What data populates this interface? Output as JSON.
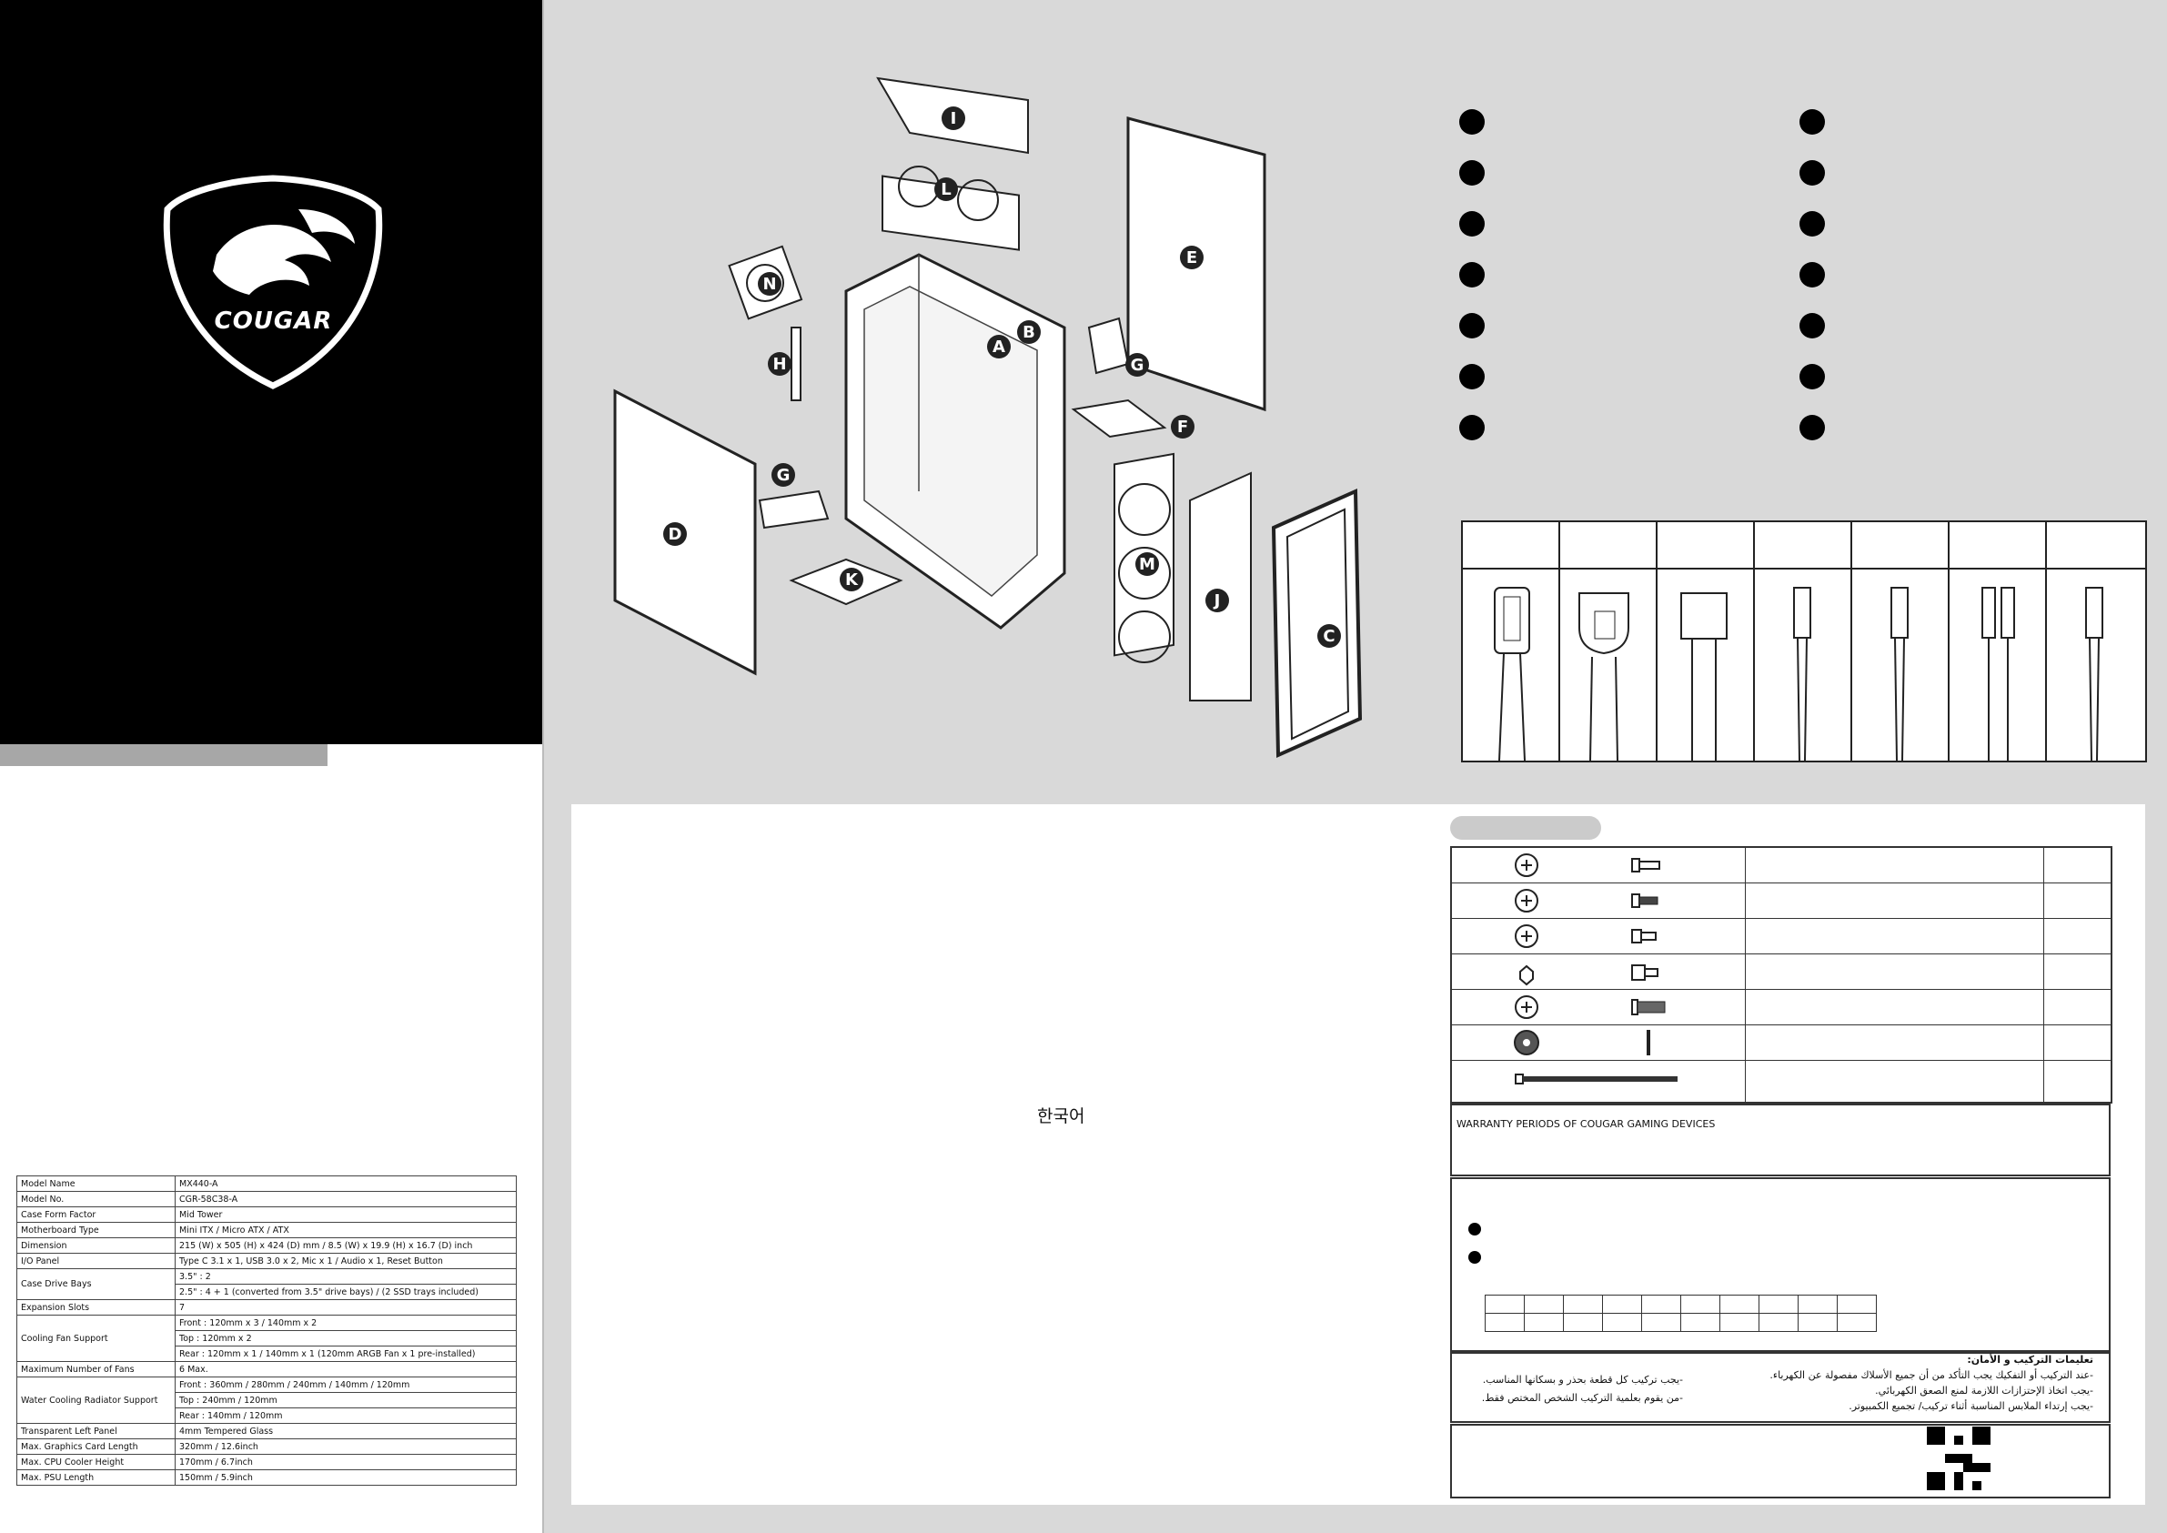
{
  "brand": {
    "logo_text": "COUGAR"
  },
  "specs": {
    "rows": [
      {
        "key": "Model Name",
        "values": [
          "MX440-A"
        ]
      },
      {
        "key": "Model No.",
        "values": [
          "CGR-58C38-A"
        ]
      },
      {
        "key": "Case Form Factor",
        "values": [
          "Mid Tower"
        ]
      },
      {
        "key": "Motherboard Type",
        "values": [
          "Mini ITX / Micro ATX / ATX"
        ]
      },
      {
        "key": "Dimension",
        "values": [
          "215 (W) x 505 (H) x 424 (D) mm / 8.5 (W) x 19.9 (H) x 16.7 (D) inch"
        ]
      },
      {
        "key": "I/O Panel",
        "values": [
          "Type C 3.1 x 1, USB 3.0 x 2, Mic x 1 / Audio x 1, Reset Button"
        ]
      },
      {
        "key": "Case Drive Bays",
        "values": [
          "3.5\" : 2",
          "2.5\" : 4 + 1 (converted from 3.5\" drive bays) / (2 SSD trays included)"
        ]
      },
      {
        "key": "Expansion Slots",
        "values": [
          "7"
        ]
      },
      {
        "key": "Cooling Fan Support",
        "values": [
          "Front : 120mm x 3 / 140mm x 2",
          "Top : 120mm x 2",
          "Rear : 120mm x 1 / 140mm x 1 (120mm ARGB Fan x 1 pre-installed)"
        ]
      },
      {
        "key": "Maximum Number of Fans",
        "values": [
          "6 Max."
        ]
      },
      {
        "key": "Water Cooling Radiator Support",
        "values": [
          "Front : 360mm / 280mm / 240mm / 140mm / 120mm",
          "Top : 240mm / 120mm",
          "Rear : 140mm / 120mm"
        ]
      },
      {
        "key": "Transparent Left Panel",
        "values": [
          "4mm Tempered Glass"
        ]
      },
      {
        "key": "Max. Graphics Card Length",
        "values": [
          "320mm / 12.6inch"
        ]
      },
      {
        "key": "Max. CPU Cooler Height",
        "values": [
          "170mm / 6.7inch"
        ]
      },
      {
        "key": "Max. PSU Length",
        "values": [
          "150mm / 5.9inch"
        ]
      }
    ]
  },
  "diagram": {
    "labels": [
      "I",
      "L",
      "N",
      "E",
      "B",
      "A",
      "G",
      "H",
      "F",
      "D",
      "G",
      "M",
      "J",
      "K",
      "C"
    ]
  },
  "korean_label": "한국어",
  "warranty": {
    "title": "WARRANTY PERIODS OF COUGAR GAMING DEVICES"
  },
  "arabic": {
    "heading": "تعليمات التركيب و الأمان:",
    "right_lines": [
      "-عند التركيب أو التفكيك يجب التأكد من أن جميع الأسلاك مفصولة عن الكهرباء.",
      "-يجب اتخاذ الإحتزازات اللازمة لمنع الصعق الكهربائي.",
      "-يجب إرتداء الملابس المناسبة أثناء تركيب/ تجميع الكمبيوتر."
    ],
    "left_lines": [
      "-يجب تركيب كل قطعة بحذر و بسكانها المناسب.",
      "-من يقوم بعلمية التركيب الشخص المختص فقط."
    ]
  },
  "colors": {
    "black": "#000000",
    "panel_gray": "#d9d9d9",
    "strip_gray": "#a7a7a7"
  }
}
